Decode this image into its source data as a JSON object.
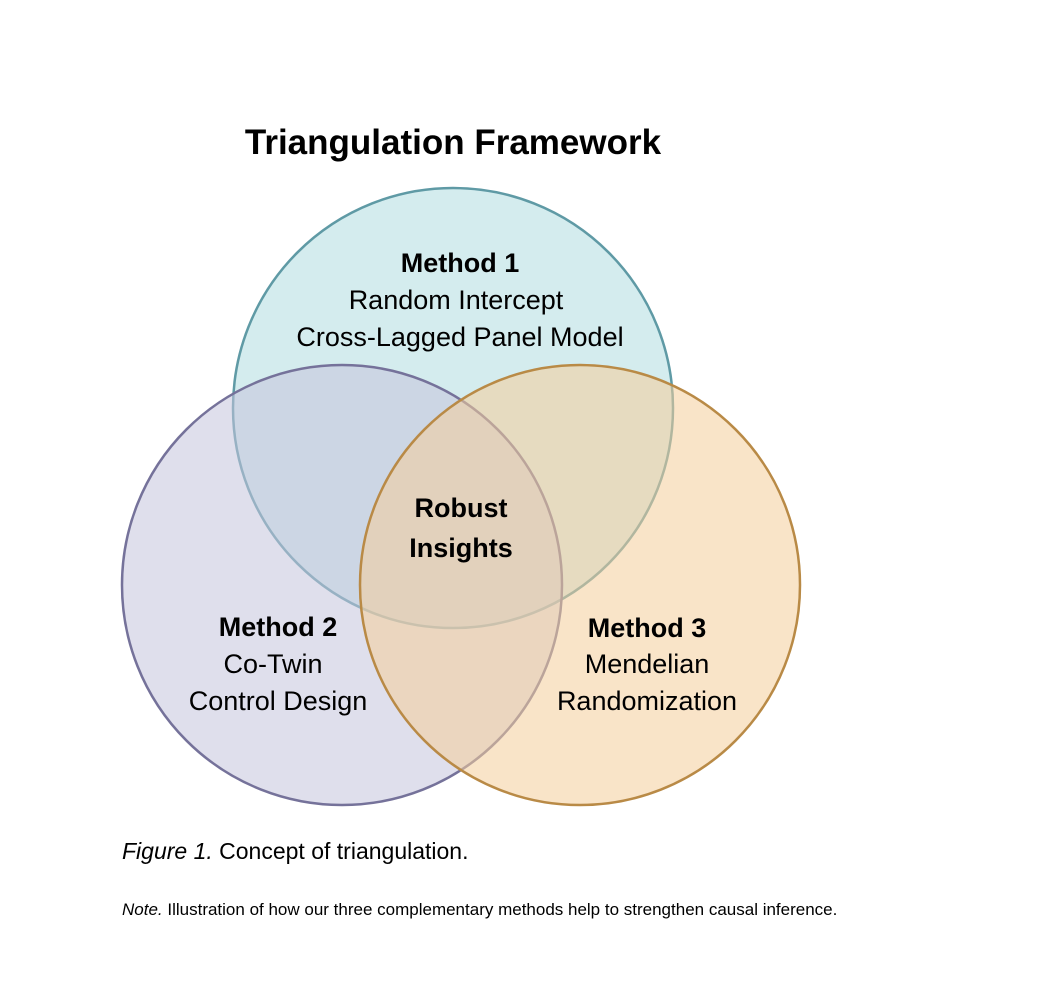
{
  "title": "Triangulation Framework",
  "colors": {
    "method1_fill": "#b8e0e3",
    "method1_stroke": "#5f9aa5",
    "method2_fill": "#c4c4dc",
    "method2_stroke": "#75729a",
    "method3_fill": "#f4ce9b",
    "method3_stroke": "#b98a46"
  },
  "circles": [
    {
      "id": "method1",
      "heading": "Method 1",
      "lines": [
        "Random Intercept",
        "Cross-Lagged Panel Model"
      ]
    },
    {
      "id": "method2",
      "heading": "Method 2",
      "lines": [
        "Co-Twin",
        "Control Design"
      ]
    },
    {
      "id": "method3",
      "heading": "Method 3",
      "lines": [
        "Mendelian",
        "Randomization"
      ]
    }
  ],
  "center": {
    "lines": [
      "Robust",
      "Insights"
    ]
  },
  "caption": {
    "label": "Figure 1.",
    "text": " Concept of triangulation."
  },
  "note": {
    "label": "Note.",
    "text": " Illustration of how our three complementary methods help to strengthen causal inference."
  }
}
